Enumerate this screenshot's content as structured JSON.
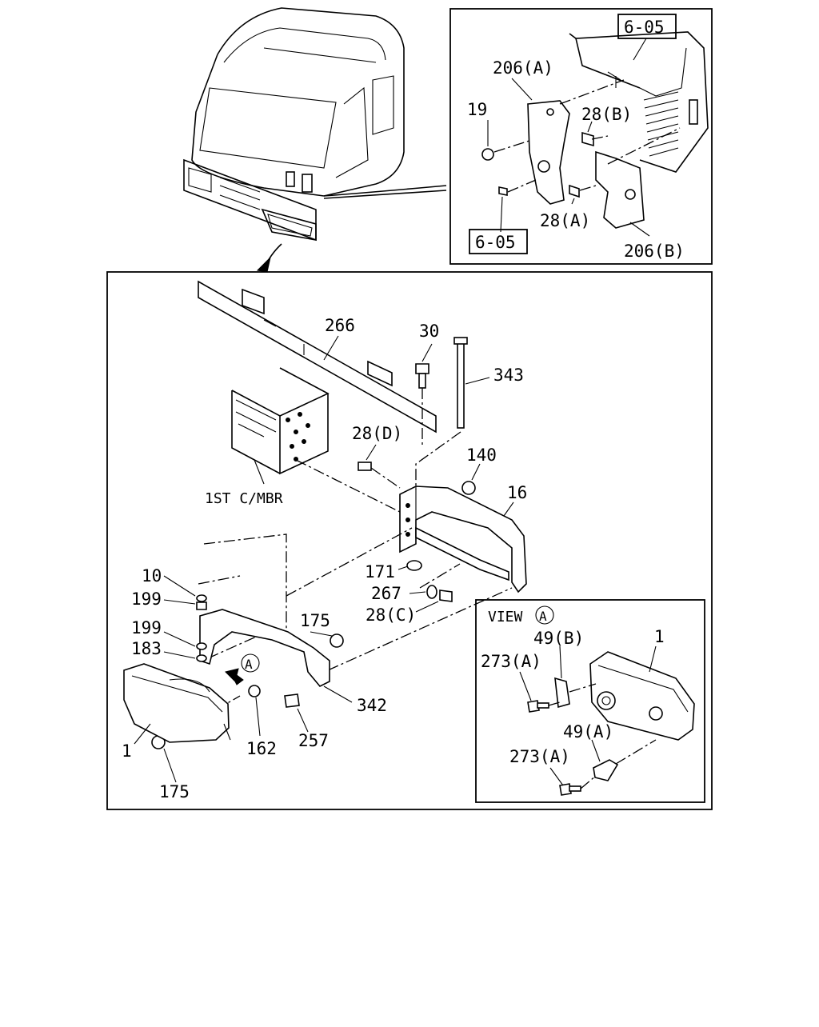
{
  "refs": {
    "top_ref": "6-05",
    "bottom_ref": "6-05"
  },
  "callouts": {
    "c206a": "206(A)",
    "c19": "19",
    "c28b": "28(B)",
    "c28a": "28(A)",
    "c206b": "206(B)",
    "c266": "266",
    "c30": "30",
    "c343": "343",
    "c28d": "28(D)",
    "c140": "140",
    "c16": "16",
    "c1stcmbr": "1ST C/MBR",
    "c10": "10",
    "c199a": "199",
    "c199b": "199",
    "c183": "183",
    "c175a": "175",
    "c171": "171",
    "c267": "267",
    "c28c": "28(C)",
    "c342": "342",
    "c1a": "1",
    "c162": "162",
    "c257": "257",
    "c175b": "175",
    "view_label": "VIEW",
    "view_letter": "A",
    "arrow_letter": "A",
    "c49b": "49(B)",
    "c1b": "1",
    "c273a1": "273(A)",
    "c49a": "49(A)",
    "c273a2": "273(A)"
  }
}
